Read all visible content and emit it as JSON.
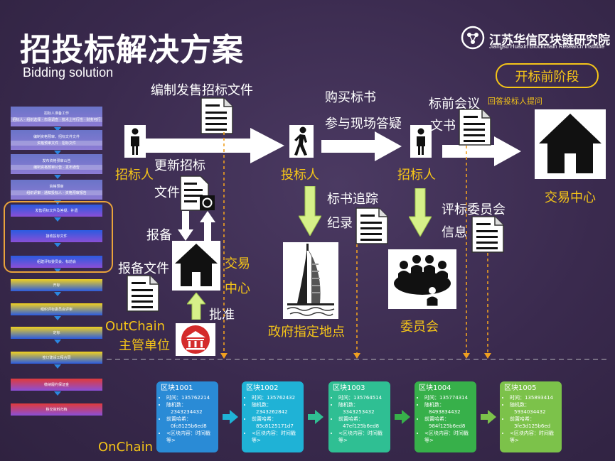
{
  "header": {
    "title": "招投标解决方案",
    "subtitle": "Bidding solution",
    "logo_cn": "江苏华信区块链研究院",
    "logo_en": "Jiangsu Huaxin Blockchain Research Institute",
    "phase_badge": "开标前阶段"
  },
  "labels": {
    "compile_docs": "编制发售招标文件",
    "buy_docs": "购买标书",
    "qa_site": "参与现场答疑",
    "pre_meeting": "标前会议",
    "answer_questions": "回答投标人提问",
    "document": "文书",
    "tenderer_1": "招标人",
    "bidder": "投标人",
    "tenderer_2": "招标人",
    "trade_center": "交易中心",
    "update_docs_1": "更新招标",
    "update_docs_2": "文件",
    "track_1": "标书追踪",
    "track_2": "纪录",
    "committee_info_1": "评标委员会",
    "committee_info_2": "信息",
    "filing": "报备",
    "filing_docs": "报备文件",
    "trade_1": "交易",
    "trade_2": "中心",
    "approve": "批准",
    "outchain": "OutChain",
    "authority": "主管单位",
    "gov_site": "政府指定地点",
    "committee": "委员会",
    "onchain": "OnChain"
  },
  "flow_steps": [
    [
      "招标人准备工作",
      "招标人 · 组织选择 · 市场调查 · 技术上可行性 · 财务可行"
    ],
    [
      "编制资格预审、招标文件文件",
      "资格预审文件 · 招标文件"
    ],
    [
      "发布资格预审公告",
      "编制资格预审公告 · 发布通告"
    ],
    [
      "资格预审",
      "组织评审 · 通知投标人 · 资格预审报告"
    ],
    [
      "发售招标文件及答疑、补遗"
    ],
    [
      "接收投标文件"
    ],
    [
      "组建评标委员会、标前会"
    ],
    [
      "开标"
    ],
    [
      "组织评标委员会评审"
    ],
    [
      "定标"
    ],
    [
      "签订建设工程合同"
    ],
    [
      "缴纳履约保证金"
    ],
    [
      "移交资料归档"
    ]
  ],
  "blocks": [
    {
      "name": "区块1001",
      "time_label": "时间：",
      "time": "135762214",
      "rand_label": "随机数：",
      "rand": "2343234432",
      "prev_label": "前置哈希：",
      "prev": "0fc8125b6ed8",
      "content": "<区块内容：时间戳等>"
    },
    {
      "name": "区块1002",
      "time_label": "时间：",
      "time": "135762432",
      "rand_label": "随机数：",
      "rand": "2343262842",
      "prev_label": "前置哈希：",
      "prev": "85c8125171d7",
      "content": "<区块内容：时间戳等>"
    },
    {
      "name": "区块1003",
      "time_label": "时间：",
      "time": "135764514",
      "rand_label": "随机数：",
      "rand": "3343253432",
      "prev_label": "前置哈希：",
      "prev": "47ef125b6ed8",
      "content": "<区块内容：时间戳等>"
    },
    {
      "name": "区块1004",
      "time_label": "时间：",
      "time": "135774314",
      "rand_label": "随机数：",
      "rand": "8493834432",
      "prev_label": "前置哈希：",
      "prev": "984f125b6ed8",
      "content": "<区块内容：时间戳等>"
    },
    {
      "name": "区块1005",
      "time_label": "时间：",
      "time": "135893414",
      "rand_label": "随机数：",
      "rand": "5934034432",
      "prev_label": "前置哈希：",
      "prev": "3fe3d125b6ed",
      "content": "<区块内容：时间戳等>"
    }
  ],
  "colors": {
    "accent_yellow": "#f5c518",
    "block_1": "#2a8bd6",
    "block_2": "#1fb2d6",
    "block_3": "#2fbf93",
    "block_4": "#37b04a",
    "block_5": "#7cc24a",
    "authority_red": "#d42b2b"
  }
}
